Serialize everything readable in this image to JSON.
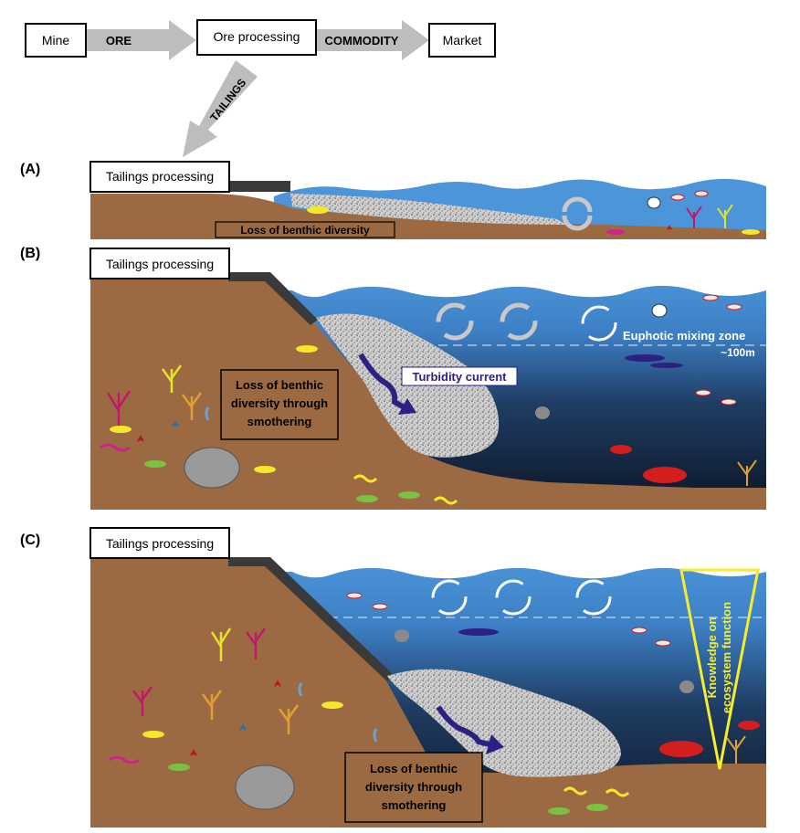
{
  "flow": {
    "mine": "Mine",
    "ore": "ORE",
    "ore_processing": "Ore processing",
    "commodity": "COMMODITY",
    "market": "Market",
    "tailings": "TAILINGS"
  },
  "panel_a": {
    "letter": "(A)",
    "box": "Tailings processing",
    "loss": "Loss of benthic diversity"
  },
  "panel_b": {
    "letter": "(B)",
    "box": "Tailings processing",
    "loss_lines": [
      "Loss of benthic",
      "diversity through",
      "smothering"
    ],
    "turbidity": "Turbidity current",
    "euphotic": "Euphotic mixing zone",
    "depth": "~100m"
  },
  "panel_c": {
    "letter": "(C)",
    "box": "Tailings processing",
    "loss_lines": [
      "Loss of benthic",
      "diversity through",
      "smothering"
    ],
    "knowledge_lines": [
      "Knowledge on",
      "ecosystem function"
    ]
  },
  "colors": {
    "seabed": "#9c6a42",
    "ocean_surface": "#4b95d8",
    "ocean_deep": "#0f1c2e",
    "arrow_gray": "#bdbdbd",
    "turbidity_arrow": "#2a2183",
    "knowledge_yellow": "#f5ee2b"
  }
}
